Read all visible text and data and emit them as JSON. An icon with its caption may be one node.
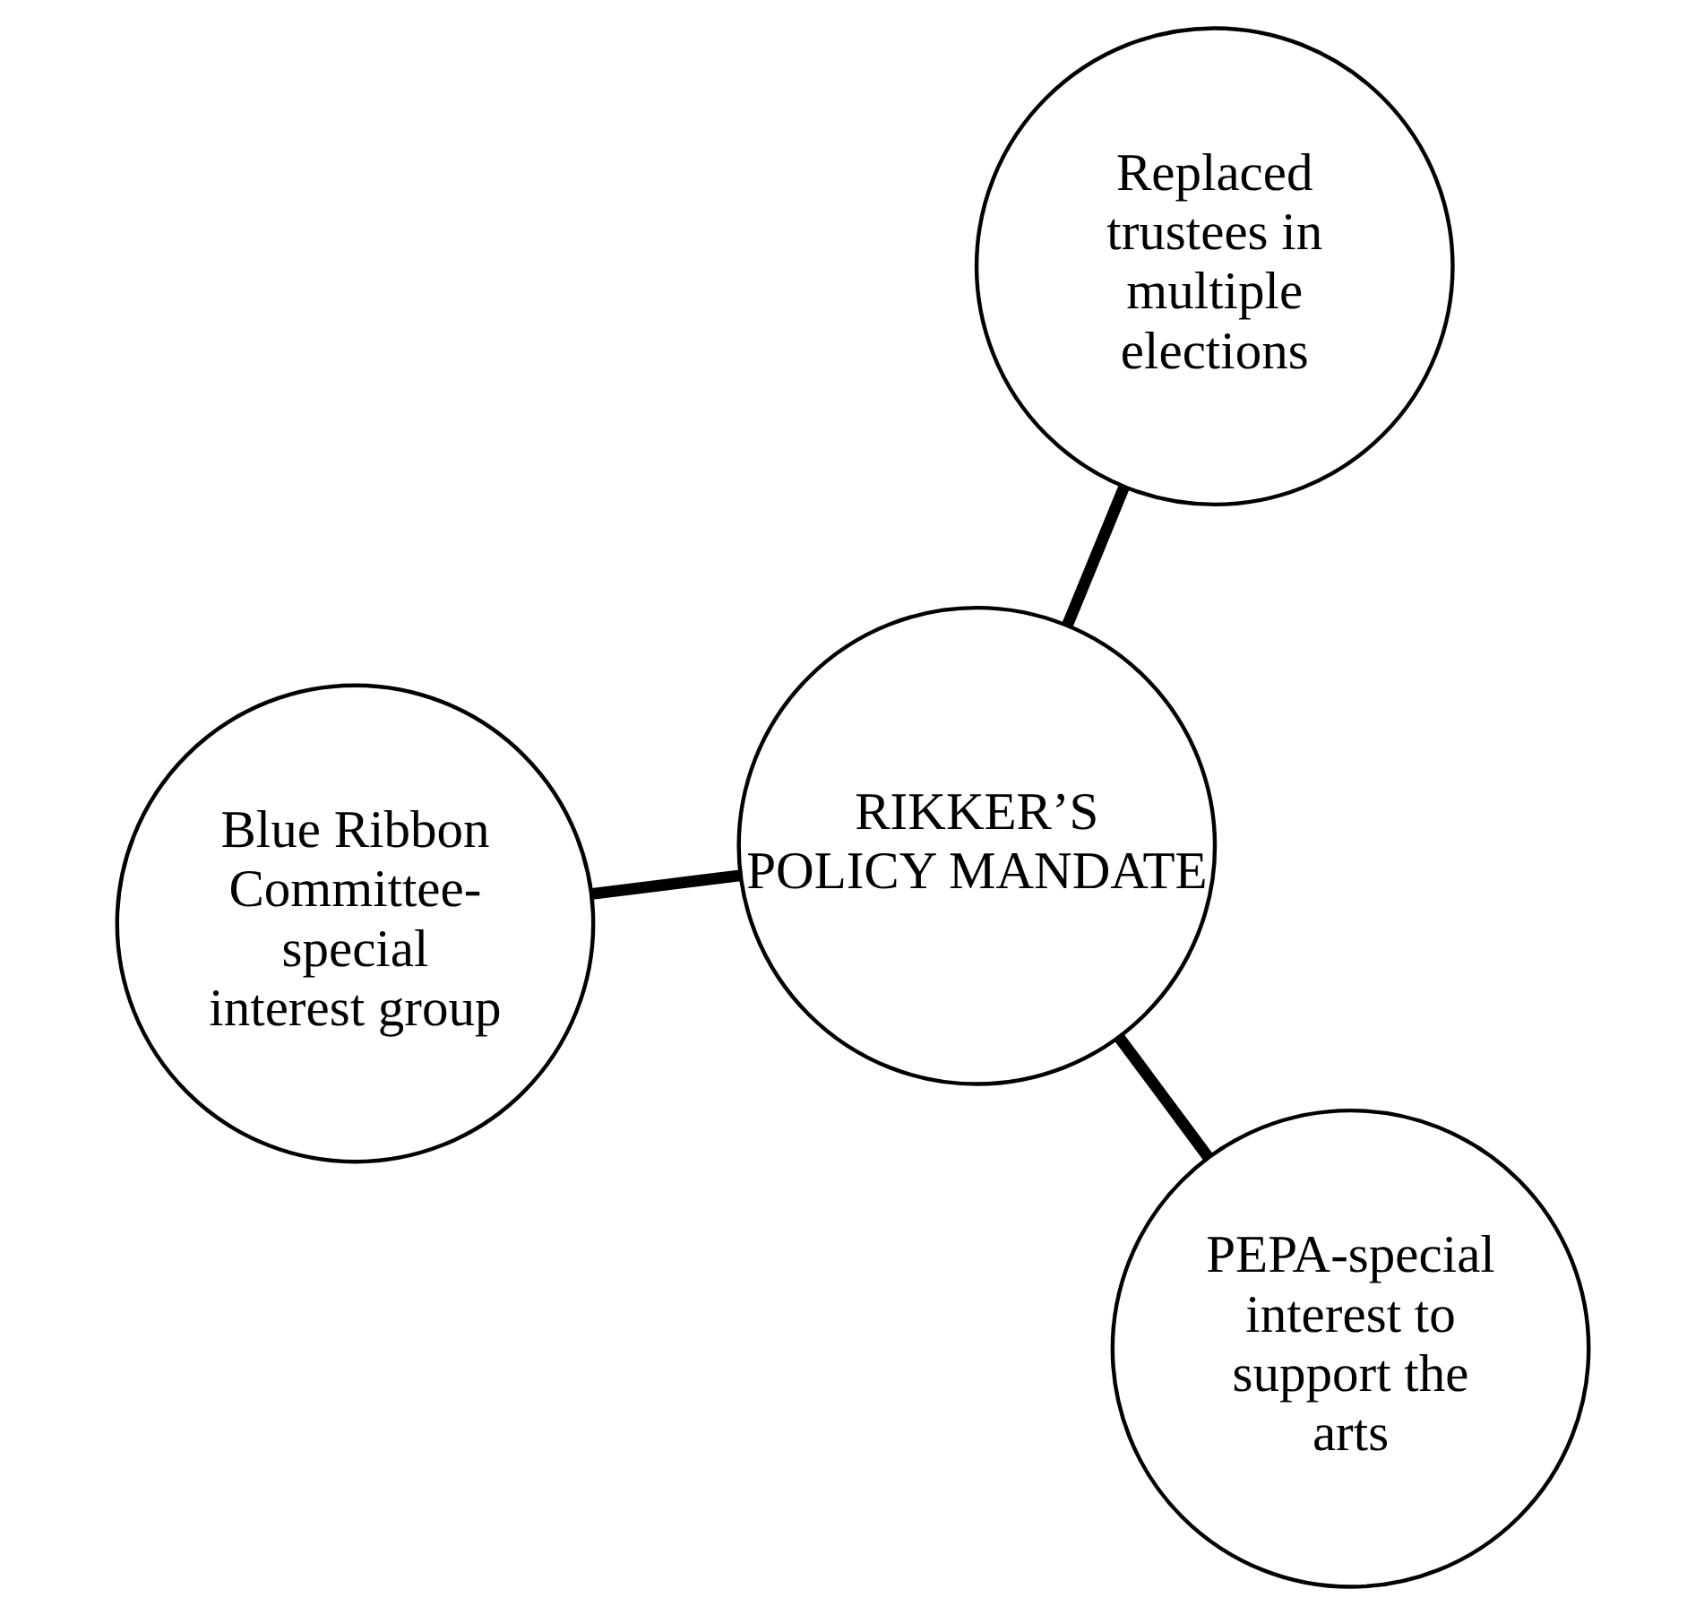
{
  "diagram": {
    "nodes": [
      {
        "text": [
          "Blue Ribbon Committee- special interest group"
        ]
      },
      {
        "text": [
          "RIKKER’S POLICY MANDATE"
        ]
      },
      {
        "text": [
          "PEPA-special interest to support the arts"
        ]
      },
      {
        "text": [
          "Replaced trustees in multiple elections"
        ]
      }
    ],
    "edges": [
      {
        "from": 1,
        "to": 0,
        "arrow": "none"
      },
      {
        "from": 1,
        "to": 2,
        "arrow": "none"
      },
      {
        "from": 1,
        "to": 3,
        "arrow": "none"
      }
    ]
  }
}
